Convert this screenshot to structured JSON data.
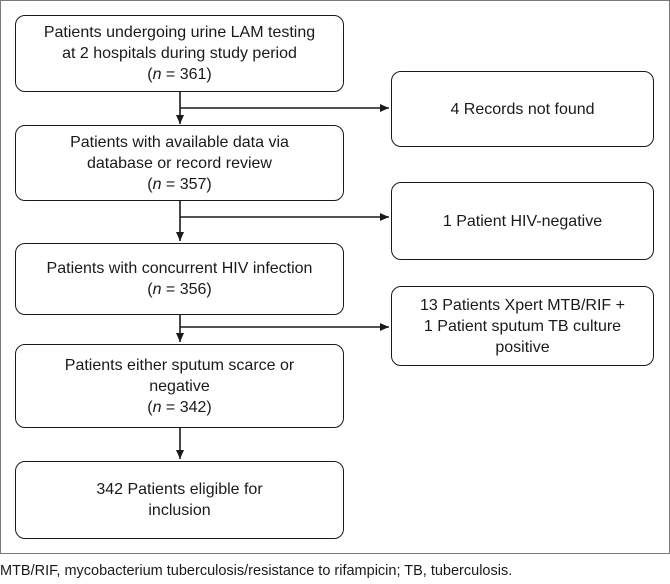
{
  "boxes": {
    "b1": {
      "line1": "Patients undergoing urine LAM testing",
      "line2": "at 2 hospitals during study period",
      "n_label": "n",
      "n_rest": " = 361)"
    },
    "b2": {
      "line1": "Patients with available data via",
      "line2": "database or record review",
      "n_label": "n",
      "n_rest": " = 357)"
    },
    "b3": {
      "line1": "Patients with concurrent HIV infection",
      "n_label": "n",
      "n_rest": " = 356)"
    },
    "b4": {
      "line1": "Patients either sputum scarce or",
      "line2": "negative",
      "n_label": "n",
      "n_rest": " = 342)"
    },
    "b5": {
      "line1": "342 Patients eligible for",
      "line2": "inclusion"
    }
  },
  "exclusions": {
    "e1": {
      "line1": "4 Records not found"
    },
    "e2": {
      "line1": "1 Patient HIV-negative"
    },
    "e3": {
      "line1": "13 Patients Xpert MTB/RIF +",
      "line2": "1 Patient sputum TB culture",
      "line3": "positive"
    }
  },
  "caption": "MTB/RIF, mycobacterium tuberculosis/resistance to rifampicin; TB, tuberculosis."
}
